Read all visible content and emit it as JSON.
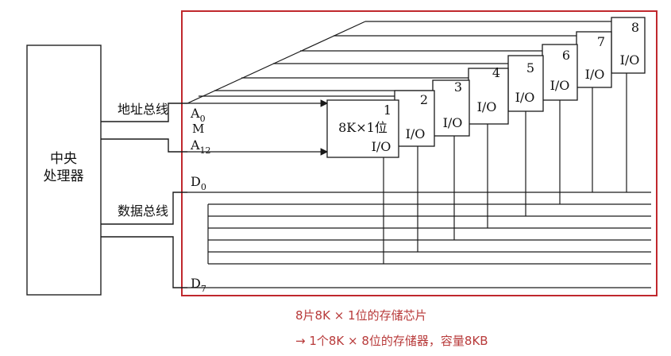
{
  "cpu": {
    "line1": "中央",
    "line2": "处理器"
  },
  "bus": {
    "address_label": "地址总线",
    "data_label": "数据总线",
    "a0_main": "A",
    "a0_sub": "0",
    "m": "M",
    "a12_main": "A",
    "a12_sub": "12",
    "d0_main": "D",
    "d0_sub": "0",
    "d7_main": "D",
    "d7_sub": "7"
  },
  "chips": [
    {
      "number": "1",
      "capacity": "8K×1位",
      "io": "I/O"
    },
    {
      "number": "2",
      "io": "I/O"
    },
    {
      "number": "3",
      "io": "I/O"
    },
    {
      "number": "4",
      "io": "I/O"
    },
    {
      "number": "5",
      "io": "I/O"
    },
    {
      "number": "6",
      "io": "I/O"
    },
    {
      "number": "7",
      "io": "I/O"
    },
    {
      "number": "8",
      "io": "I/O"
    }
  ],
  "captions": {
    "line1": "8片8K × 1位的存储芯片",
    "line2": "→ 1个8K × 8位的存储器，容量8KB"
  },
  "colors": {
    "frame": "#c0282d",
    "caption": "#b83a3a",
    "lines": "#1a1a1a"
  }
}
